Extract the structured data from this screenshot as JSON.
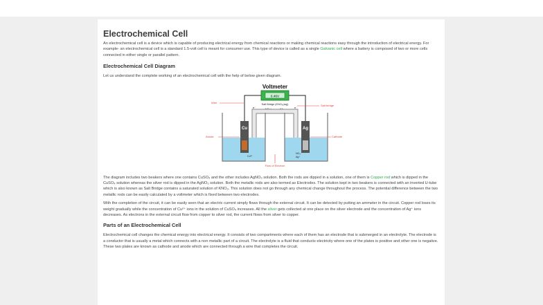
{
  "article": {
    "title": "Electrochemical Cell",
    "intro_a": "An electrochemical cell is a device which is capable of producing electrical energy from chemical reactions or making chemical reactions easy through the introduction of electrical energy. For example- an electrochemical cell is a standard 1.5-volt cell is meant for consumer use. This type of device is called as a single ",
    "intro_link": "Galvanic cell",
    "intro_b": " where a battery is composed of two or more cells connected in either single or parallel pattern.",
    "diagram_heading": "Electrochemical Cell Diagram",
    "diagram_intro": "Let us understand the complete working of an electrochemical cell with the help of below given diagram.",
    "para3_a": "The diagram includes two beakers where one contains CuSO₄ and the other includes AgNO₃ solution. Both the rods are dipped in a solution, one of them is ",
    "para3_link1": "Copper rod",
    "para3_b": " which is dipped in the CuSO₄ solution whereas the silver rod is dipped in the AgNO₃ solution. Both the metallic rods are also termed as Electrodes. The solution kept in two beakers is connected with an inverted U-tube which is also known as Salt Bridge contains a saturated solution of KNO₃. This solution does not go through any chemical change throughout the process. The potential difference between the two metallic rods can be easily calculated by a voltmeter which is fixed between two electrodes.",
    "para4_a": "With the completion of the circuit, it can be easily seen that an electric current simply flows through the external circuit. It can be detected by putting an ammeter in the circuit. Copper rod loses its weight gradually while the concentration of Cu²⁺ ions in the solution of CuSO₄ increases. All the ",
    "para4_link": "silver",
    "para4_b": " gets collected at one place on the silver electrode and the concentration of Ag⁺ ions decreases. As electrons in the external circuit flow from copper to silver rod, the current flows from silver to copper.",
    "parts_heading": "Parts of an Electrochemical Cell",
    "para5": "Electrochemical cell changes the chemical energy into electrical energy. It consists of two compartments where each of them has an electrode that is submerged in an electrolyte. The electrode is a conductor that is usually a metal which connects with a non metallic part of a circuit. The electrolyte is a fluid that conducts electricity where one of the plates is positive and other one is negative. These two plates are known as cathode and anode which are connected through a wire that completes the circuit."
  },
  "diagram": {
    "title": "Voltmeter",
    "meter_reading": "0.46V",
    "salt_bridge_label": "Salt Bridge (KNO₃(aq))",
    "e_left": "e⁻",
    "ion_left": "NO₃⁻",
    "ion_right": "K⁺",
    "e_right": "e⁻",
    "wire_label": "Wire",
    "salt_label": "Salt bridge",
    "cu_label": "Cu",
    "ag_label": "Ag",
    "anode_label": "Anode",
    "cathode_label": "Cathode",
    "cu_ion_label": "Cu²⁺",
    "ag_ion_label": "Ag⁺",
    "no3_label": "NO₃⁻",
    "flow_label": "Flow of Electron",
    "colors": {
      "red_label": "#e0433a",
      "meter_green": "#39b54a",
      "solution": "#9fd8ee",
      "electrode": "#555555"
    }
  }
}
